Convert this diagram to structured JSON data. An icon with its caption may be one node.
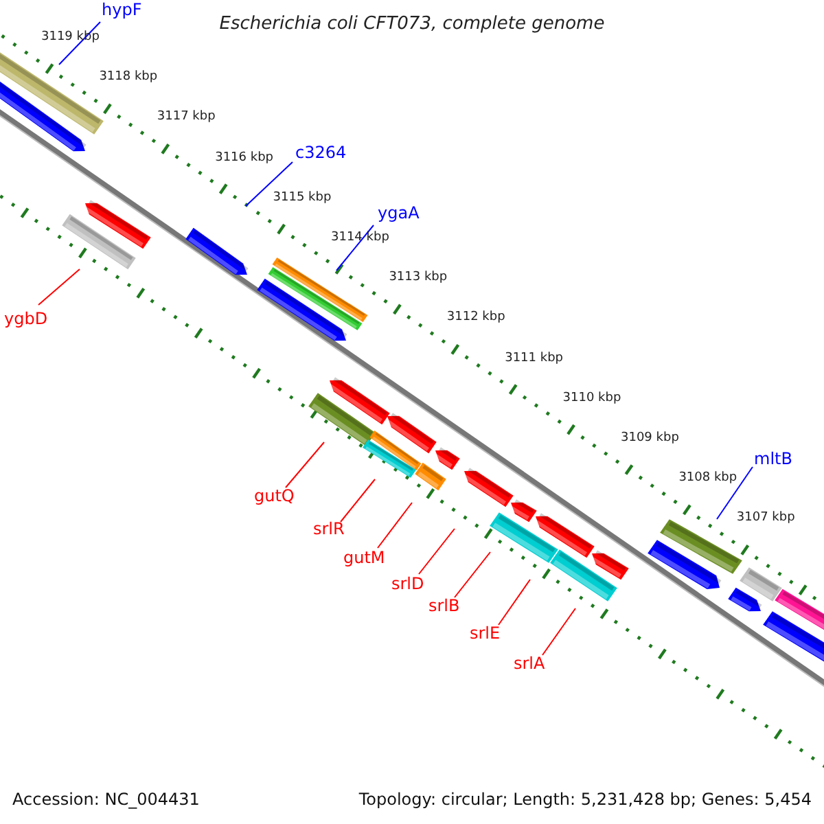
{
  "diagram": {
    "title": "Escherichia coli CFT073, complete genome",
    "nodes": [
      {
        "text": [
          "hypF"
        ]
      },
      {
        "text": [
          "c3264"
        ]
      },
      {
        "text": [
          "ygaA"
        ]
      },
      {
        "text": [
          "mltB"
        ]
      },
      {
        "text": [
          "ygbD"
        ]
      },
      {
        "text": [
          "gutQ"
        ]
      },
      {
        "text": [
          "srlR"
        ]
      },
      {
        "text": [
          "gutM"
        ]
      },
      {
        "text": [
          "srlD"
        ]
      },
      {
        "text": [
          "srlB"
        ]
      },
      {
        "text": [
          "srlE"
        ]
      },
      {
        "text": [
          "srlA"
        ]
      }
    ],
    "edges": [
      {
        "from": 0,
        "to": null,
        "arrow": "none",
        "color": "#0000ff"
      },
      {
        "from": 1,
        "to": null,
        "arrow": "none",
        "color": "#0000ff"
      },
      {
        "from": 2,
        "to": null,
        "arrow": "none",
        "color": "#0000ff"
      },
      {
        "from": 3,
        "to": null,
        "arrow": "none",
        "color": "#0000ff"
      },
      {
        "from": 4,
        "to": null,
        "arrow": "none"
      },
      {
        "from": 5,
        "to": null,
        "arrow": "none"
      },
      {
        "from": 6,
        "to": null,
        "arrow": "none"
      },
      {
        "from": 7,
        "to": null,
        "arrow": "none"
      },
      {
        "from": 8,
        "to": null,
        "arrow": "none"
      },
      {
        "from": 9,
        "to": null,
        "arrow": "none"
      },
      {
        "from": 10,
        "to": null,
        "arrow": "none"
      },
      {
        "from": 11,
        "to": null,
        "arrow": "none"
      }
    ],
    "labels": [
      "3119 kbp",
      "3118 kbp",
      "3117 kbp",
      "3116 kbp",
      "3115 kbp",
      "3114 kbp",
      "3113 kbp",
      "3112 kbp",
      "3111 kbp",
      "3110 kbp",
      "3109 kbp",
      "3108 kbp",
      "3107 kbp",
      "Accession: NC_004431",
      "Topology: circular; Length: 5,231,428 bp; Genes: 5,454"
    ]
  }
}
